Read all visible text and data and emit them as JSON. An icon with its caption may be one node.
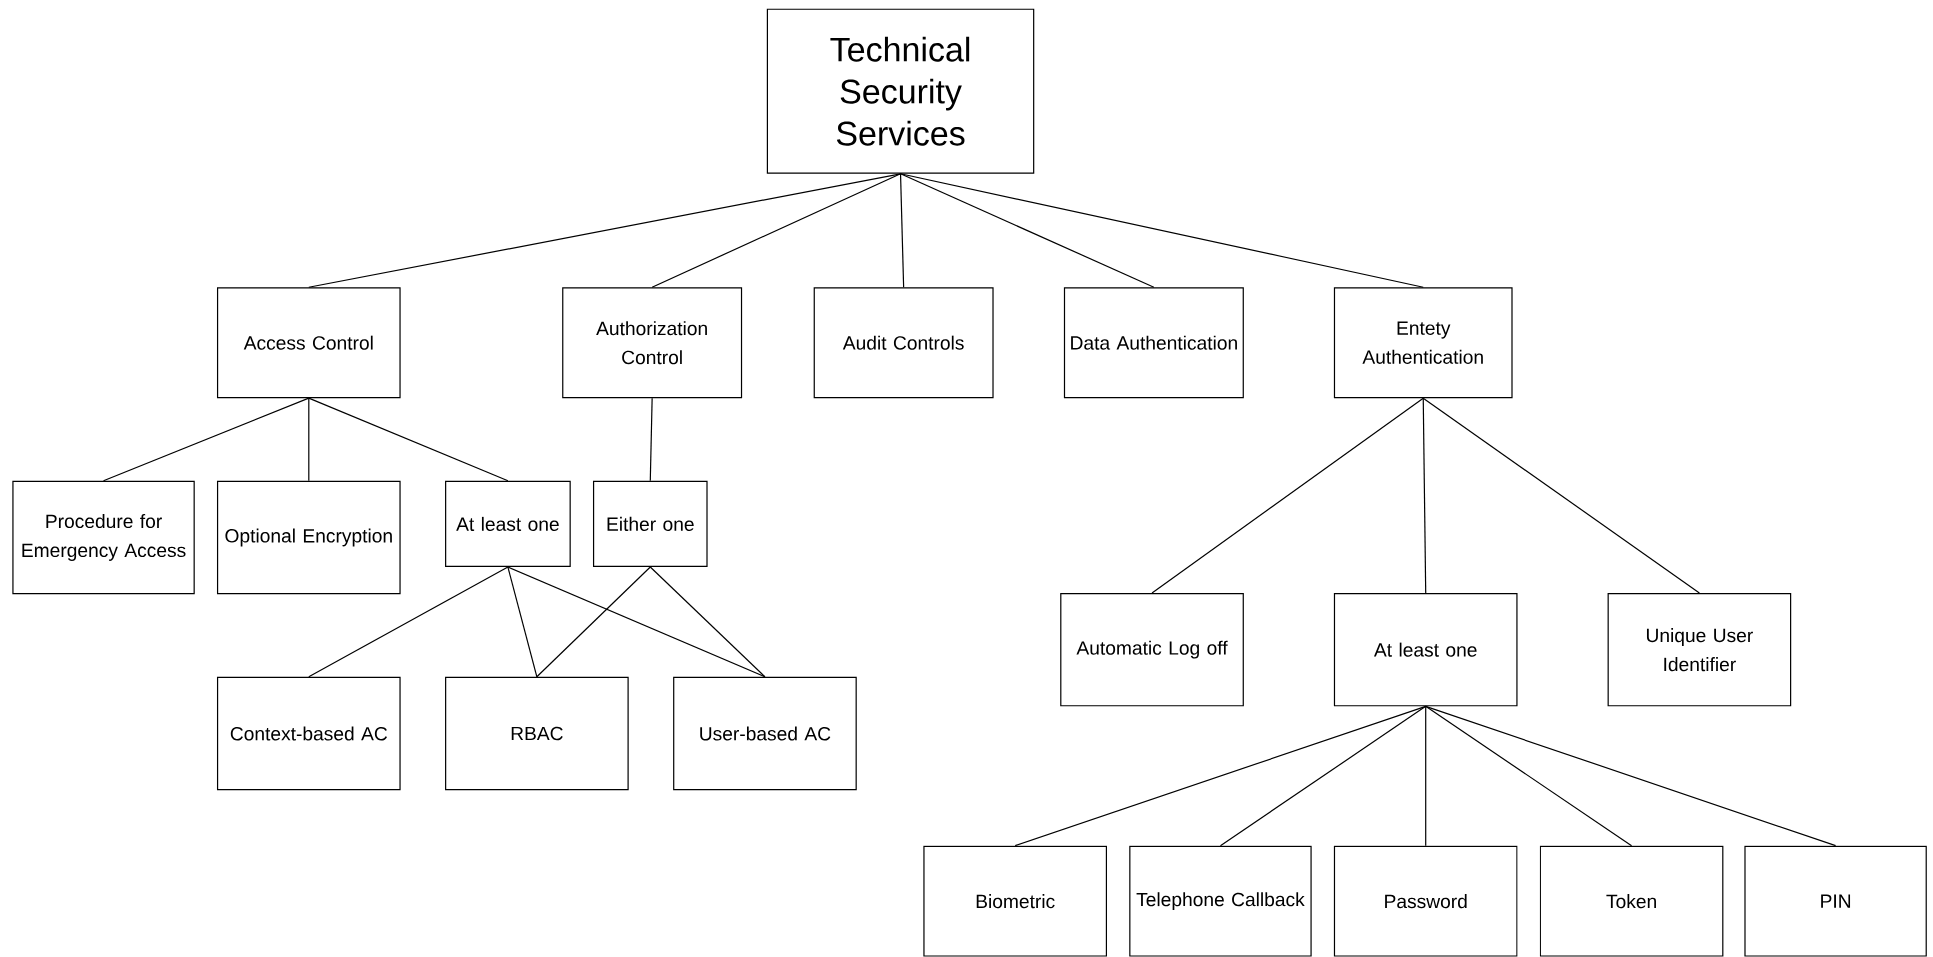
{
  "diagram": {
    "nodes": [
      {
        "text": [
          "Technical Security Services"
        ]
      },
      {
        "text": [
          "Access Control"
        ]
      },
      {
        "text": [
          "Authorization Control"
        ]
      },
      {
        "text": [
          "Audit Controls"
        ]
      },
      {
        "text": [
          "Data Authentication"
        ]
      },
      {
        "text": [
          "Entety Authentication"
        ]
      },
      {
        "text": [
          "Procedure for Emergency Access"
        ]
      },
      {
        "text": [
          "Optional Encryption"
        ]
      },
      {
        "text": [
          "At least one"
        ]
      },
      {
        "text": [
          "Either one"
        ]
      },
      {
        "text": [
          "Context-based AC"
        ]
      },
      {
        "text": [
          "RBAC"
        ]
      },
      {
        "text": [
          "User-based AC"
        ]
      },
      {
        "text": [
          "Automatic Log off"
        ]
      },
      {
        "text": [
          "At least one"
        ]
      },
      {
        "text": [
          "Unique User Identifier"
        ]
      },
      {
        "text": [
          "Biometric"
        ]
      },
      {
        "text": [
          "Telephone Callback"
        ]
      },
      {
        "text": [
          "Password"
        ]
      },
      {
        "text": [
          "Token"
        ]
      },
      {
        "text": [
          "PIN"
        ]
      }
    ],
    "edges": [
      {
        "from": 0,
        "to": 1,
        "arrow": "none"
      },
      {
        "from": 0,
        "to": 2,
        "arrow": "none"
      },
      {
        "from": 0,
        "to": 3,
        "arrow": "none"
      },
      {
        "from": 0,
        "to": 4,
        "arrow": "none"
      },
      {
        "from": 0,
        "to": 5,
        "arrow": "none"
      },
      {
        "from": 1,
        "to": 6,
        "arrow": "none"
      },
      {
        "from": 1,
        "to": 7,
        "arrow": "none"
      },
      {
        "from": 1,
        "to": 8,
        "arrow": "none"
      },
      {
        "from": 2,
        "to": 9,
        "arrow": "none"
      },
      {
        "from": 8,
        "to": 10,
        "arrow": "none"
      },
      {
        "from": 8,
        "to": 11,
        "arrow": "none"
      },
      {
        "from": 8,
        "to": 12,
        "arrow": "none"
      },
      {
        "from": 9,
        "to": 11,
        "arrow": "none"
      },
      {
        "from": 9,
        "to": 12,
        "arrow": "none"
      },
      {
        "from": 5,
        "to": 13,
        "arrow": "none"
      },
      {
        "from": 5,
        "to": 14,
        "arrow": "none"
      },
      {
        "from": 5,
        "to": 15,
        "arrow": "none"
      },
      {
        "from": 14,
        "to": 16,
        "arrow": "none"
      },
      {
        "from": 14,
        "to": 17,
        "arrow": "none"
      },
      {
        "from": 14,
        "to": 18,
        "arrow": "none"
      },
      {
        "from": 14,
        "to": 19,
        "arrow": "none"
      },
      {
        "from": 14,
        "to": 20,
        "arrow": "none"
      }
    ]
  }
}
